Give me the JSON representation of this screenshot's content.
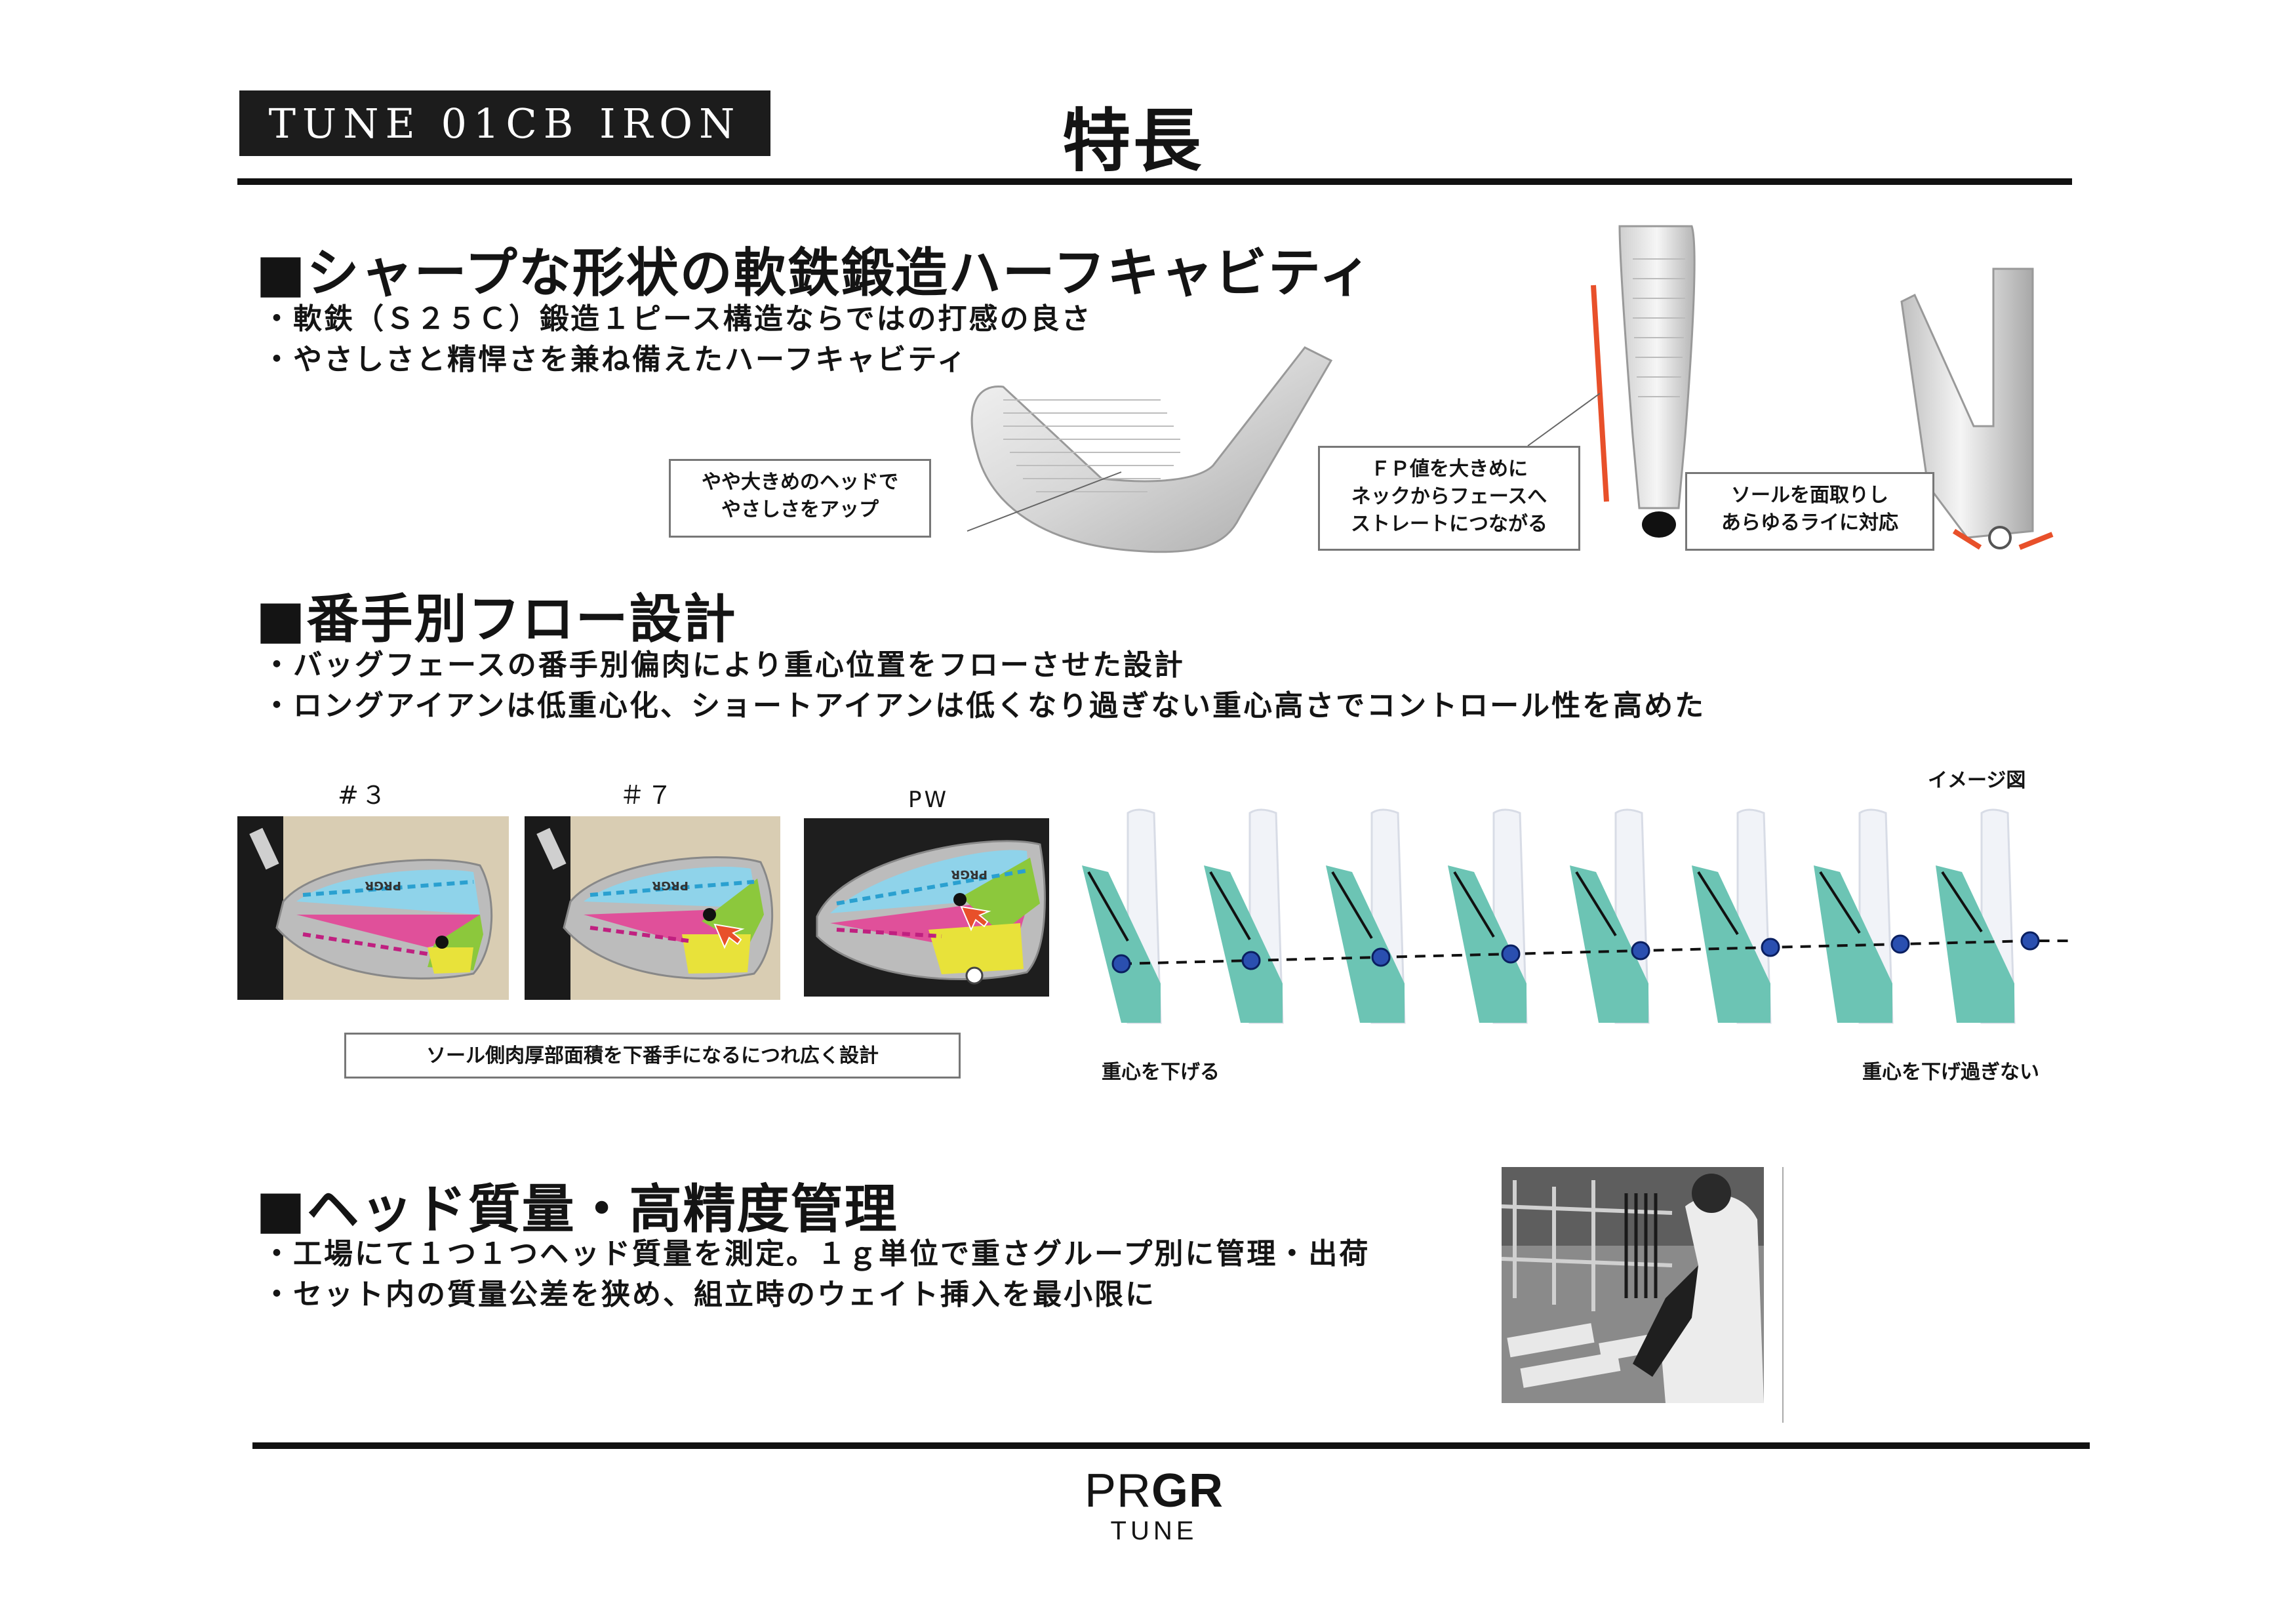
{
  "header": {
    "model": "TUNE 01CB IRON",
    "title": "特長"
  },
  "section1": {
    "heading": "■シャープな形状の軟鉄鍛造ハーフキャビティ",
    "bullets": [
      "・軟鉄（Ｓ２５Ｃ）鍛造１ピース構造ならではの打感の良さ",
      "・やさしさと精悍さを兼ね備えたハーフキャビティ"
    ],
    "callouts": {
      "head": [
        "やや大きめのヘッドで",
        "やさしさをアップ"
      ],
      "fp": [
        "ＦＰ値を大きめに",
        "ネックからフェースへ",
        "ストレートにつながる"
      ],
      "sole": [
        "ソールを面取りし",
        "あらゆるライに対応"
      ]
    }
  },
  "section2": {
    "heading": "■番手別フロー設計",
    "bullets": [
      "・バッグフェースの番手別偏肉により重心位置をフローさせた設計",
      "・ロングアイアンは低重心化、ショートアイアンは低くなり過ぎない重心高さでコントロール性を高めた"
    ],
    "photo_labels": [
      "#３",
      "＃７",
      "PW"
    ],
    "brand_on_head": "PRGR",
    "note": "ソール側肉厚部面積を下番手になるにつれ広く設計",
    "image_caption": "イメージ図",
    "left_label": "重心を下げる",
    "right_label": "重心を下げ過ぎない"
  },
  "section3": {
    "heading": "■ヘッド質量・高精度管理",
    "bullets": [
      "・工場にて１つ１つヘッド質量を測定。１ｇ単位で重さグループ別に管理・出荷",
      "・セット内の質量公差を狭め、組立時のウェイト挿入を最小限に"
    ]
  },
  "footer": {
    "brand_light": "PR",
    "brand_bold": "GR",
    "sub": "TUNE"
  },
  "colors": {
    "accent_red": "#e8502a",
    "cavity_blue": "#8fd3ea",
    "cavity_pink": "#e0509a",
    "cavity_green": "#8cc83c",
    "cavity_yellow": "#e8e23a",
    "diagram_teal": "#6cc4b4",
    "cg_dot": "#2a4fb0"
  }
}
